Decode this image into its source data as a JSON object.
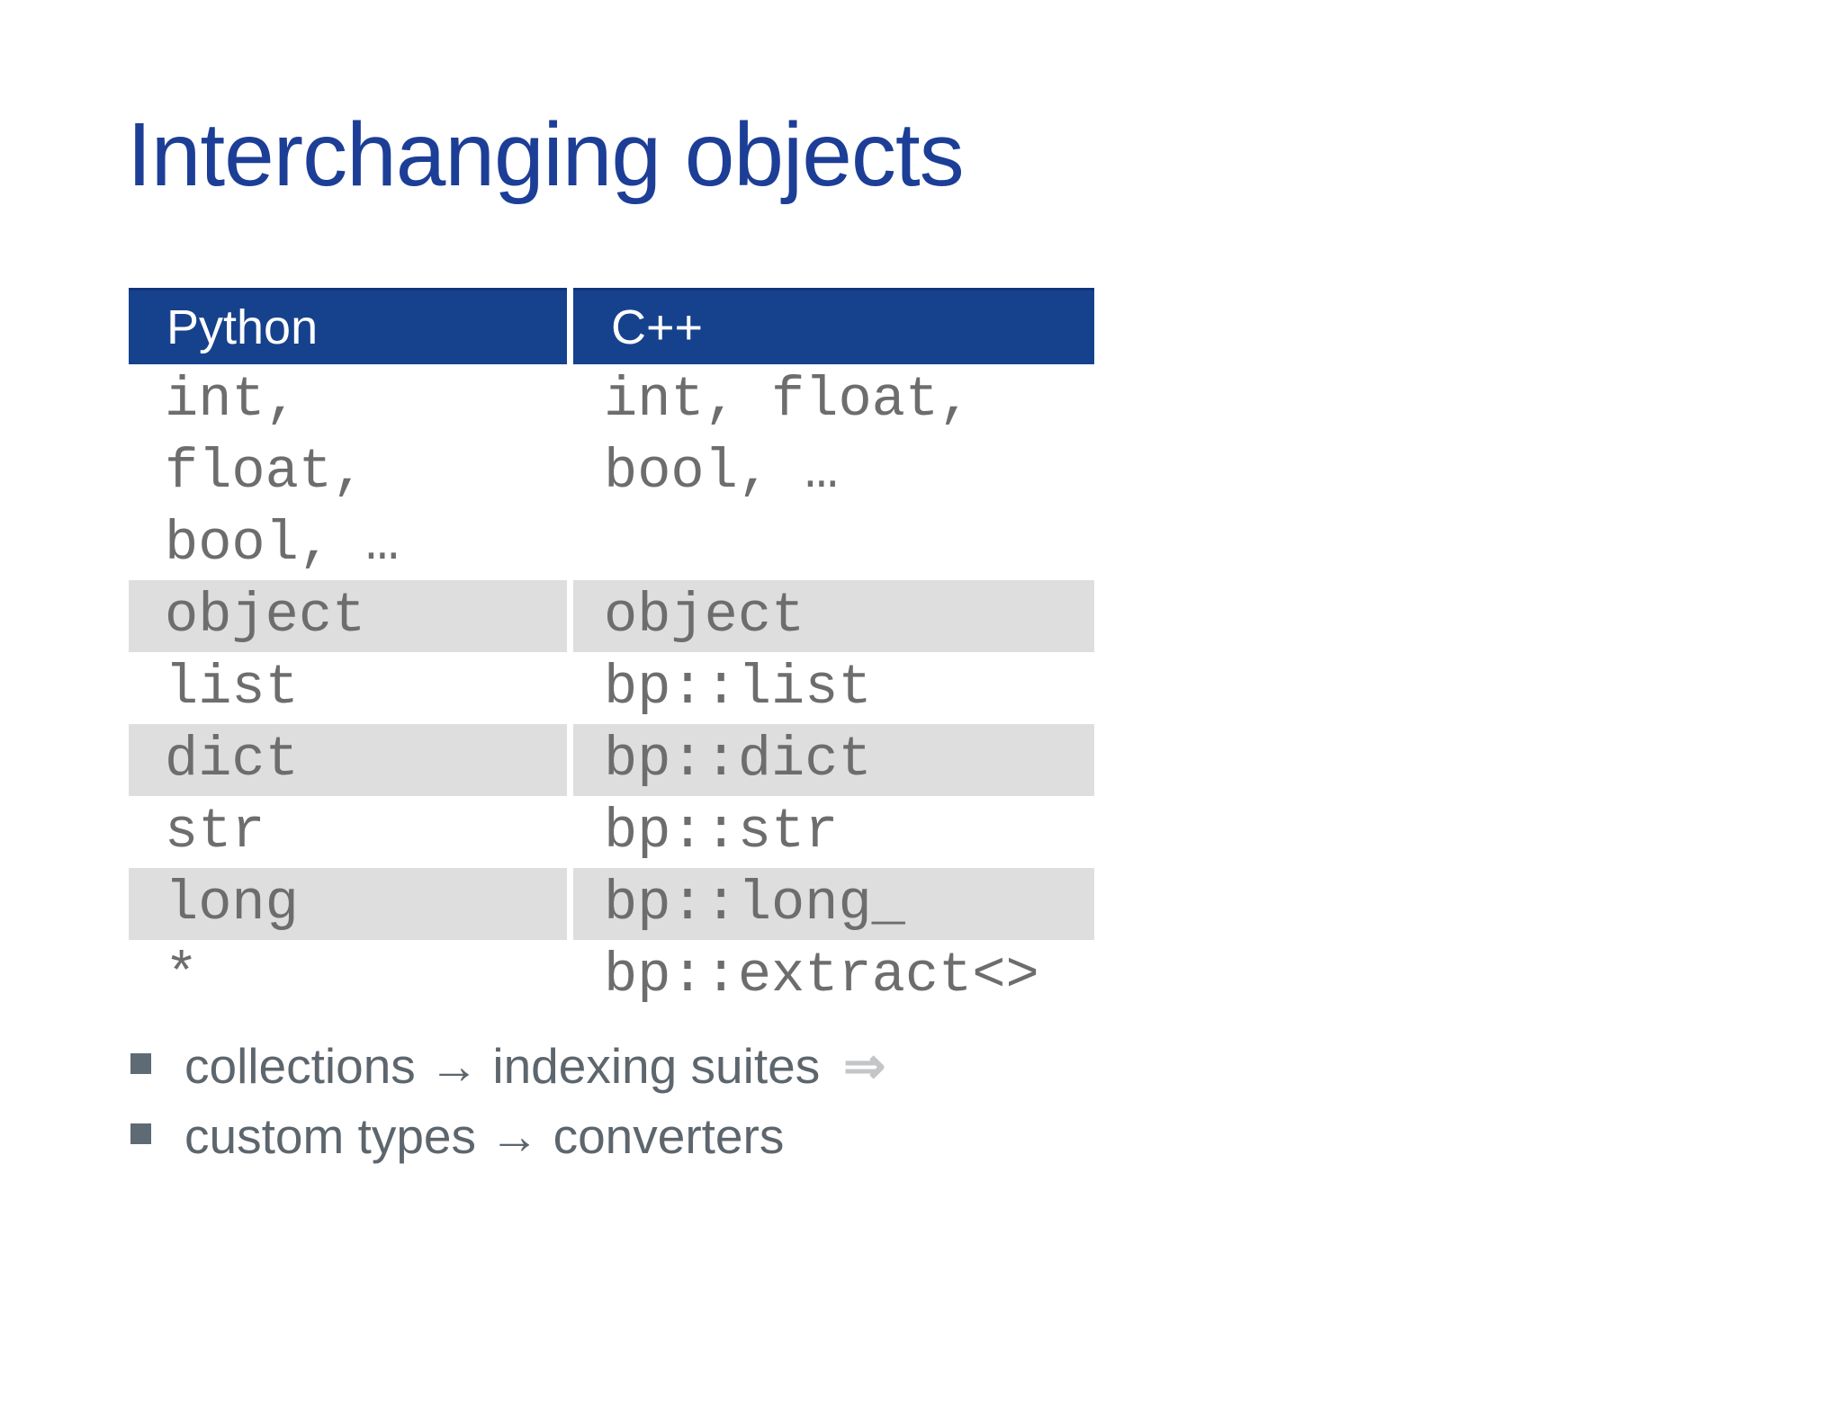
{
  "slide": {
    "title": "Interchanging objects",
    "table": {
      "headers": [
        "Python",
        "C++"
      ],
      "rows": [
        {
          "python": "int,\nfloat,\nbool, …",
          "cpp": "int, float,\nbool, …"
        },
        {
          "python": "object",
          "cpp": "object"
        },
        {
          "python": "list",
          "cpp": "bp::list"
        },
        {
          "python": "dict",
          "cpp": "bp::dict"
        },
        {
          "python": "str",
          "cpp": "bp::str"
        },
        {
          "python": "long",
          "cpp": "bp::long_"
        },
        {
          "python": "*",
          "cpp": "bp::extract<>"
        }
      ]
    },
    "bullets": [
      {
        "text": "collections → indexing suites",
        "suffix_arrow": "⇒"
      },
      {
        "text": "custom types → converters",
        "suffix_arrow": ""
      }
    ],
    "colors": {
      "title_blue": "#1c3e96",
      "header_blue": "#16428d",
      "shaded_row": "#dedede",
      "mono_text": "#6d6d6d",
      "bullet_text": "#5d666d",
      "muted_arrow": "#c3c5c7"
    }
  }
}
